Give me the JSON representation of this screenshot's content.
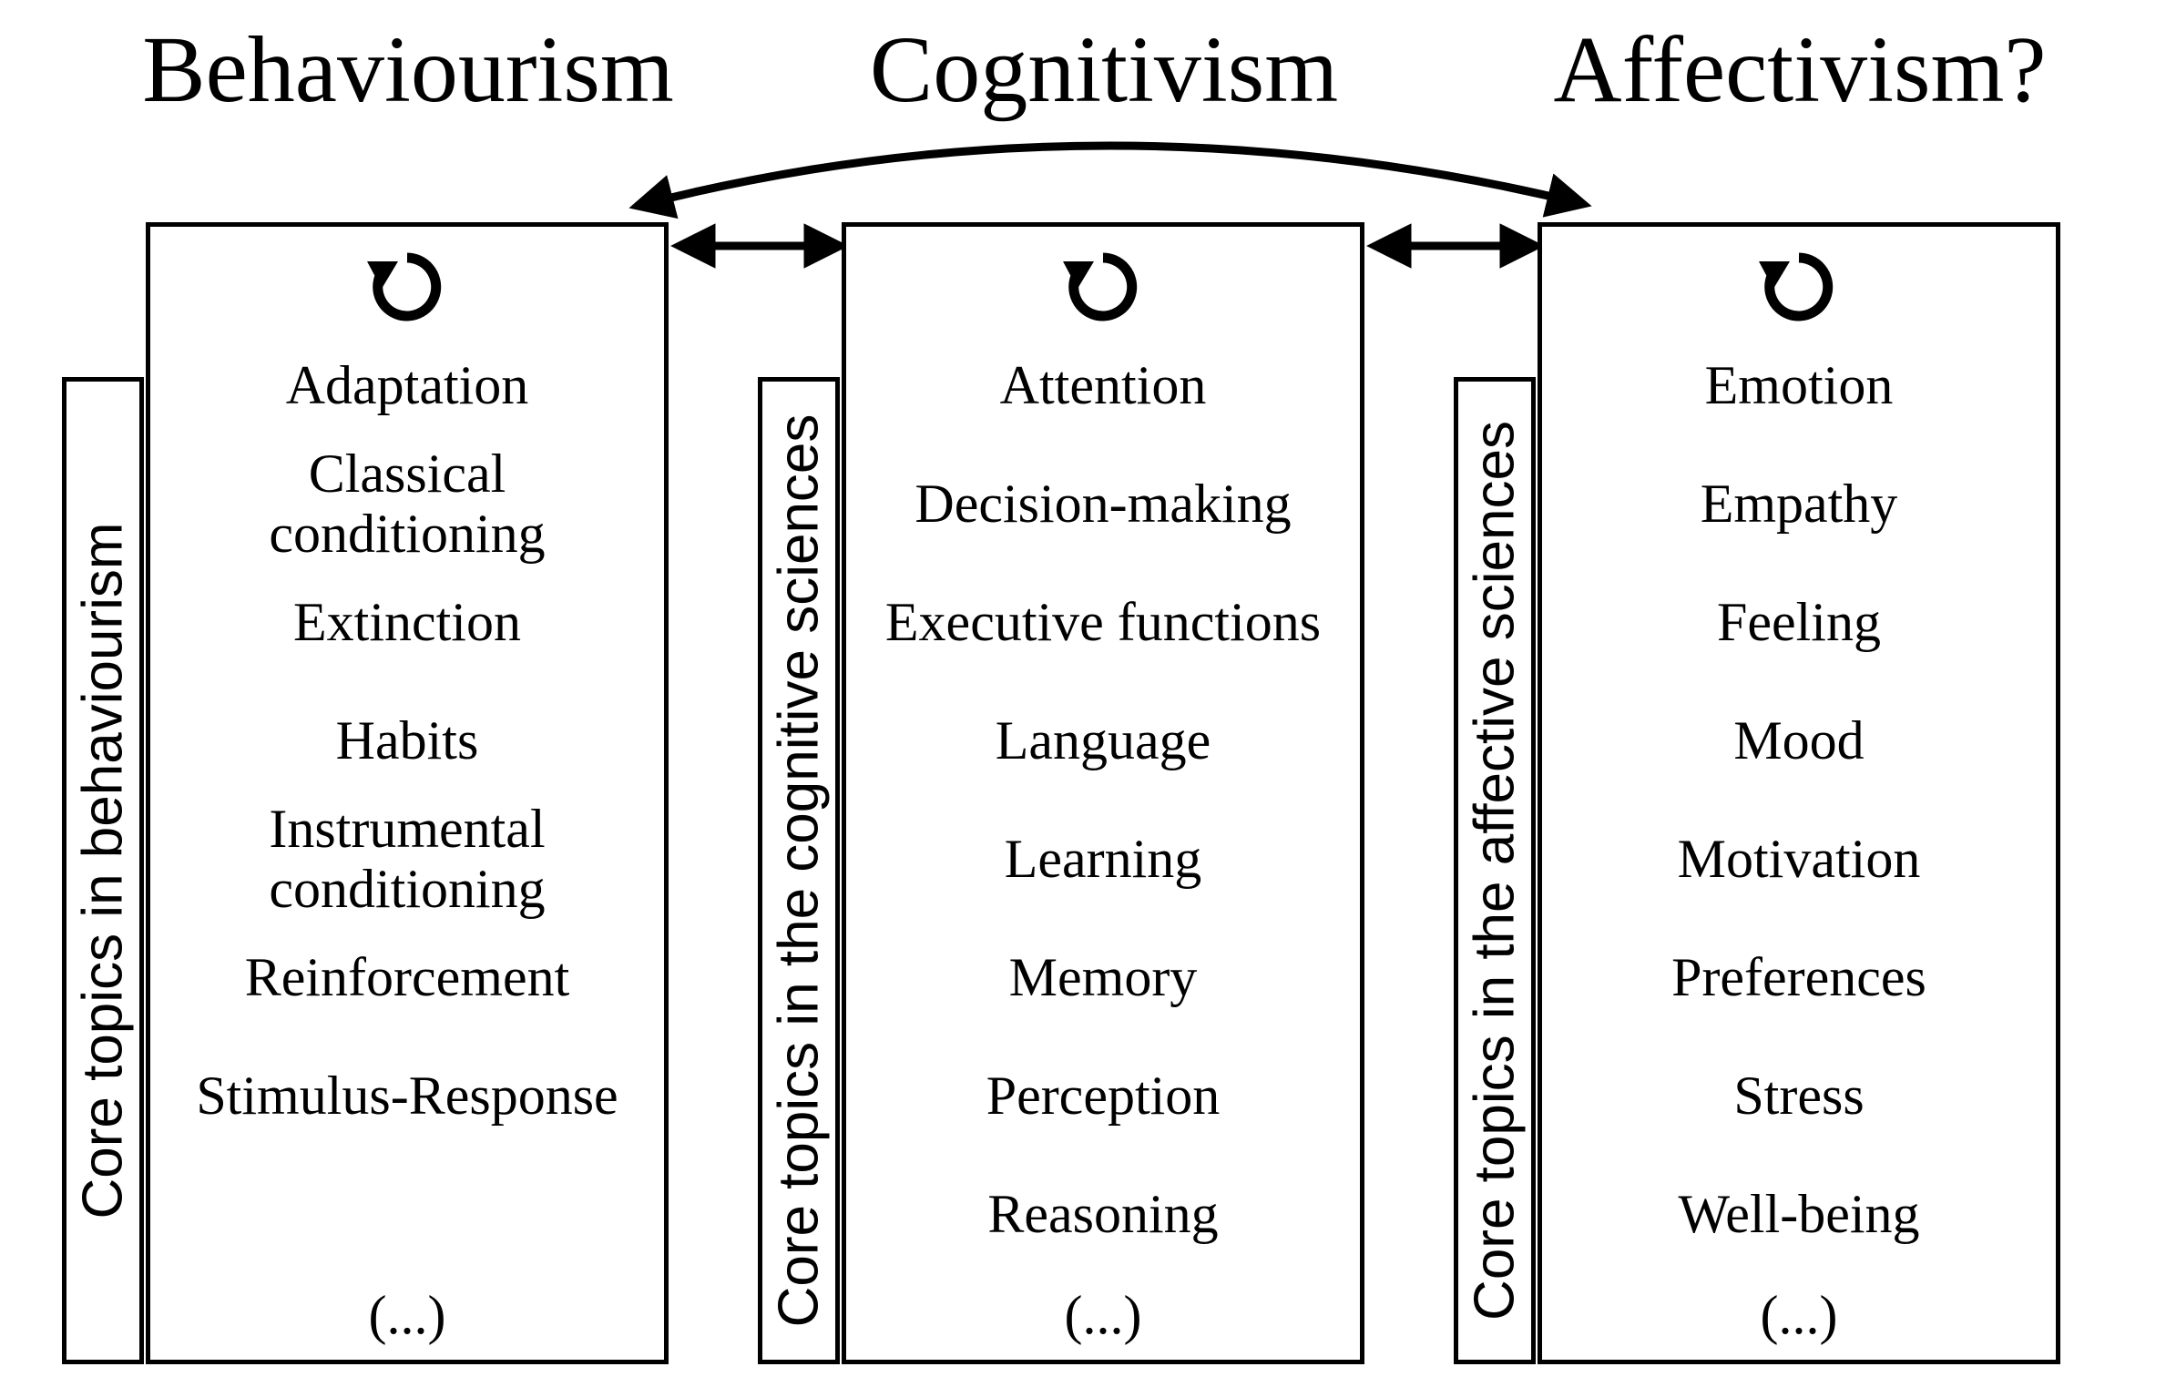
{
  "columns": [
    {
      "id": "behaviourism",
      "header": "Behaviourism",
      "side_label": "Core topics in behaviourism",
      "topics": [
        "Adaptation",
        "Classical\nconditioning",
        "Extinction",
        "Habits",
        "Instrumental\nconditioning",
        "Reinforcement",
        "Stimulus-Response"
      ],
      "ellipsis": "(...)",
      "icon": "cycle-arrow-icon"
    },
    {
      "id": "cognitivism",
      "header": "Cognitivism",
      "side_label": "Core topics in the cognitive sciences",
      "topics": [
        "Attention",
        "Decision-making",
        "Executive functions",
        "Language",
        "Learning",
        "Memory",
        "Perception",
        "Reasoning"
      ],
      "ellipsis": "(...)",
      "icon": "cycle-arrow-icon"
    },
    {
      "id": "affectivism",
      "header": "Affectivism?",
      "side_label": "Core topics in the affective sciences",
      "topics": [
        "Emotion",
        "Empathy",
        "Feeling",
        "Mood",
        "Motivation",
        "Preferences",
        "Stress",
        "Well-being"
      ],
      "ellipsis": "(...)",
      "icon": "cycle-arrow-icon"
    }
  ],
  "connectors": [
    {
      "from": "behaviourism",
      "to": "cognitivism",
      "type": "double-arrow"
    },
    {
      "from": "cognitivism",
      "to": "affectivism",
      "type": "double-arrow"
    },
    {
      "from": "behaviourism",
      "to": "affectivism",
      "type": "curved-double-arrow"
    }
  ],
  "colors": {
    "stroke": "#000000",
    "background": "#ffffff"
  }
}
